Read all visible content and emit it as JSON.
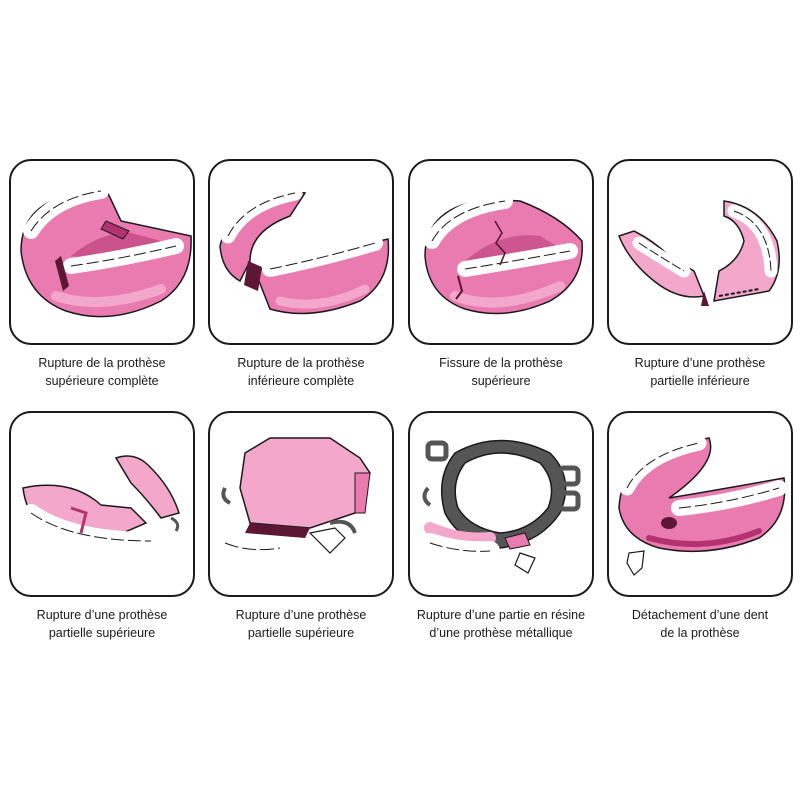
{
  "colors": {
    "gum": "#e97bb0",
    "gum_light": "#f3a7cb",
    "gum_dark": "#b3326f",
    "break": "#5b1733",
    "tooth": "#ffffff",
    "outline": "#1a1a1a",
    "metal": "#555555"
  },
  "items": [
    {
      "icon": "upper-complete-denture-fracture-icon",
      "caption": [
        "Rupture de la prothèse",
        "supérieure complète"
      ]
    },
    {
      "icon": "lower-complete-denture-fracture-icon",
      "caption": [
        "Rupture de la prothèse",
        "inférieure complète"
      ]
    },
    {
      "icon": "upper-denture-crack-icon",
      "caption": [
        "Fissure de la prothèse",
        "supérieure"
      ]
    },
    {
      "icon": "lower-partial-denture-fracture-icon",
      "caption": [
        "Rupture d’une prothèse",
        "partielle inférieure"
      ]
    },
    {
      "icon": "upper-partial-denture-fracture-icon",
      "caption": [
        "Rupture d’une prothèse",
        "partielle supérieure"
      ]
    },
    {
      "icon": "upper-partial-clasp-denture-fracture-icon",
      "caption": [
        "Rupture d’une prothèse",
        "partielle supérieure"
      ]
    },
    {
      "icon": "metal-framework-resin-fracture-icon",
      "caption": [
        "Rupture d’une partie en résine",
        "d’une prothèse métallique"
      ]
    },
    {
      "icon": "detached-tooth-denture-icon",
      "caption": [
        "Détachement d’une dent",
        "de la prothèse"
      ]
    }
  ]
}
